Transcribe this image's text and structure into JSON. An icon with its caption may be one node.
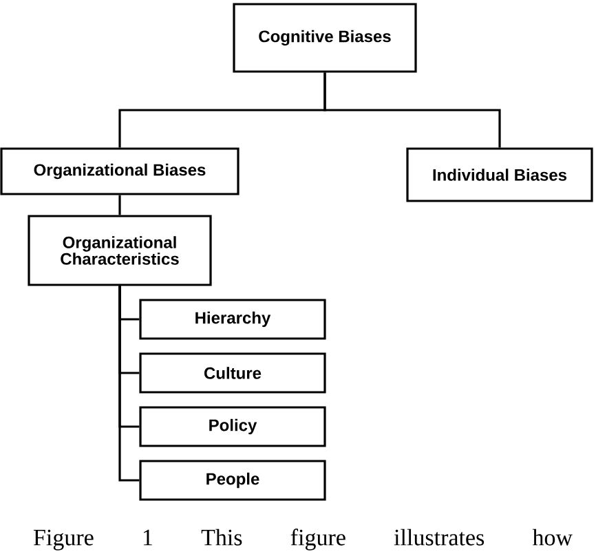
{
  "diagram": {
    "caption": "Figure 1 This figure illustrates how",
    "nodes": [
      {
        "text": [
          "Cognitive Biases"
        ]
      },
      {
        "text": [
          "Organizational Biases"
        ]
      },
      {
        "text": [
          "Individual Biases"
        ]
      },
      {
        "text": [
          "Organizational Characteristics"
        ]
      },
      {
        "text": [
          "Hierarchy"
        ]
      },
      {
        "text": [
          "Culture"
        ]
      },
      {
        "text": [
          "Policy"
        ]
      },
      {
        "text": [
          "People"
        ]
      }
    ],
    "edges": [
      {
        "from": 0,
        "to": 1,
        "arrow": "none"
      },
      {
        "from": 0,
        "to": 2,
        "arrow": "none"
      },
      {
        "from": 1,
        "to": 3,
        "arrow": "none"
      },
      {
        "from": 3,
        "to": 4,
        "arrow": "none"
      },
      {
        "from": 3,
        "to": 5,
        "arrow": "none"
      },
      {
        "from": 3,
        "to": 6,
        "arrow": "none"
      },
      {
        "from": 3,
        "to": 7,
        "arrow": "none"
      }
    ]
  }
}
